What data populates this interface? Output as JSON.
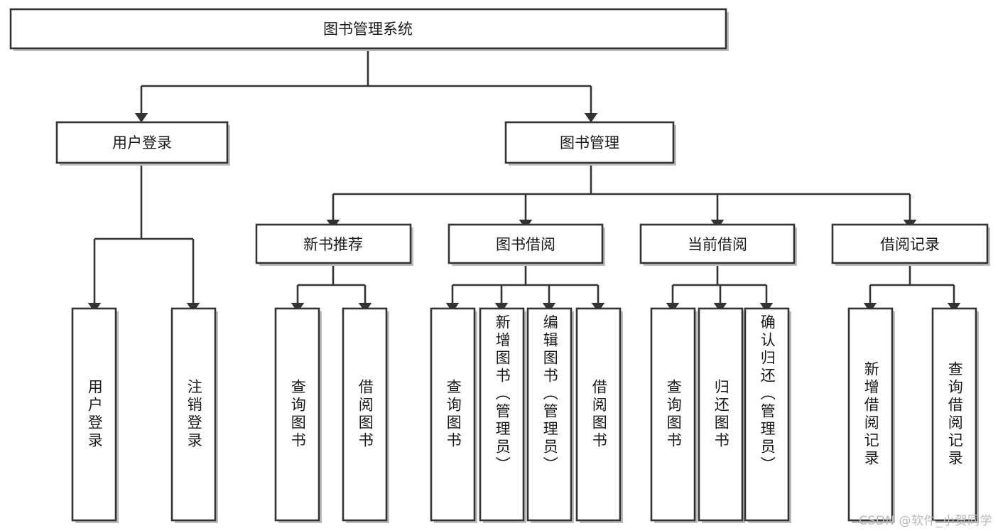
{
  "diagram": {
    "type": "tree-hierarchy-chart",
    "title": "图书管理系统",
    "watermark": "CSDN @软件_小贺同学",
    "colors": {
      "box_stroke": "#333333",
      "box_fill": "#ffffff",
      "connector": "#333333",
      "background": "#ffffff",
      "watermark": "#b9b9b9"
    },
    "root": {
      "label": "图书管理系统"
    },
    "level2": [
      {
        "label": "用户登录"
      },
      {
        "label": "图书管理"
      }
    ],
    "level3": [
      {
        "label": "新书推荐"
      },
      {
        "label": "图书借阅"
      },
      {
        "label": "当前借阅"
      },
      {
        "label": "借阅记录"
      }
    ],
    "leaves": {
      "user_login": [
        {
          "label": "用户登录"
        },
        {
          "label": "注销登录"
        }
      ],
      "new_book_recommend": [
        {
          "label": "查询图书"
        },
        {
          "label": "借阅图书"
        }
      ],
      "book_borrow": [
        {
          "label": "查询图书"
        },
        {
          "label": "新增图书（管理员）"
        },
        {
          "label": "编辑图书（管理员）"
        },
        {
          "label": "借阅图书"
        }
      ],
      "current_borrow": [
        {
          "label": "查询图书"
        },
        {
          "label": "归还图书"
        },
        {
          "label": "确认归还（管理员）"
        }
      ],
      "borrow_record": [
        {
          "label": "新增借阅记录"
        },
        {
          "label": "查询借阅记录"
        }
      ]
    }
  }
}
